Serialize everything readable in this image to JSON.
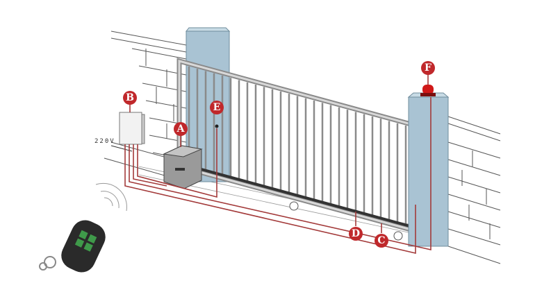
{
  "diagram": {
    "labels": {
      "a": "A",
      "b": "B",
      "c": "C",
      "d": "D",
      "e": "E",
      "f": "F"
    },
    "voltage": "220V",
    "colors": {
      "marker": "#c0282b",
      "wire": "#a33a3a",
      "post": "#a9c3d3",
      "gate": "#b9b9b9",
      "lamp": "#d01818",
      "remote": "#2a2a2a",
      "remote_buttons": "#3f9a4a"
    }
  }
}
